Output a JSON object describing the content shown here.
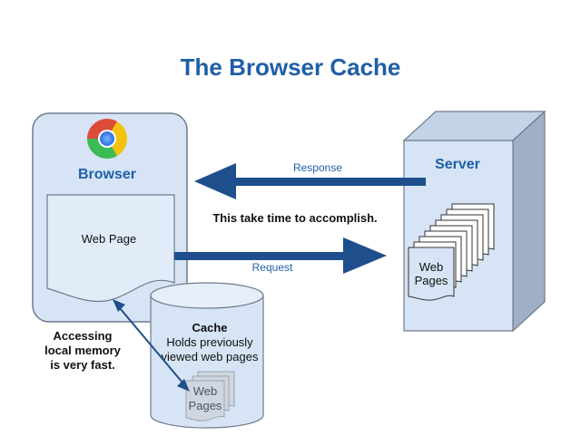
{
  "title": "The Browser Cache",
  "browser": {
    "label": "Browser",
    "icon": "chrome-icon",
    "page_label": "Web Page"
  },
  "server": {
    "label": "Server",
    "pages_label_line1": "Web",
    "pages_label_line2": "Pages"
  },
  "arrows": {
    "response_label": "Response",
    "request_label": "Request",
    "note": "This take time to accomplish."
  },
  "cache": {
    "title": "Cache",
    "desc_line1": "Holds previously",
    "desc_line2": "viewed web pages",
    "pages_label_line1": "Web",
    "pages_label_line2": "Pages"
  },
  "local_note": {
    "line1": "Accessing",
    "line2": "local memory",
    "line3": "is very fast."
  },
  "colors": {
    "title": "#1f5fa8",
    "arrow": "#1e4e8c",
    "box_fill": "#d6e4f5",
    "box_stroke": "#6d7b8c",
    "text": "#111111"
  }
}
